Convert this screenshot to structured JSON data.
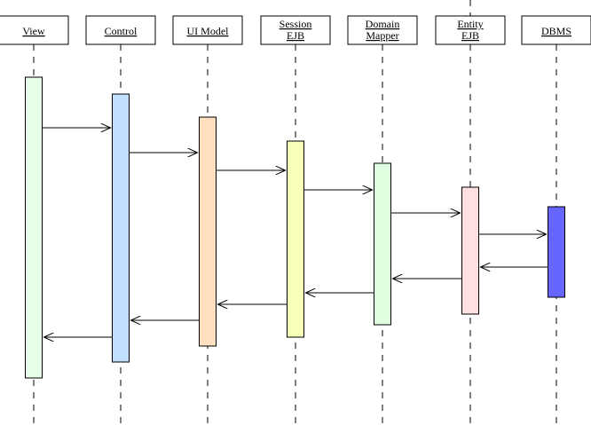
{
  "participants": [
    {
      "id": "view",
      "label_lines": [
        "View"
      ],
      "color": "#e6ffe6"
    },
    {
      "id": "control",
      "label_lines": [
        "Control"
      ],
      "color": "#c2dfff"
    },
    {
      "id": "ui-model",
      "label_lines": [
        "UI Model"
      ],
      "color": "#ffdfc0"
    },
    {
      "id": "session-ejb",
      "label_lines": [
        "Session",
        "EJB"
      ],
      "color": "#f7ffb8"
    },
    {
      "id": "domain-mapper",
      "label_lines": [
        "Domain",
        "Mapper"
      ],
      "color": "#e0ffe0"
    },
    {
      "id": "entity-ejb",
      "label_lines": [
        "Entity",
        "EJB"
      ],
      "color": "#ffe0e0"
    },
    {
      "id": "dbms",
      "label_lines": [
        "DBMS"
      ],
      "color": "#6666ff"
    }
  ],
  "messages": [
    {
      "from": "view",
      "to": "control"
    },
    {
      "from": "control",
      "to": "ui-model"
    },
    {
      "from": "ui-model",
      "to": "session-ejb"
    },
    {
      "from": "session-ejb",
      "to": "domain-mapper"
    },
    {
      "from": "domain-mapper",
      "to": "entity-ejb"
    },
    {
      "from": "entity-ejb",
      "to": "dbms"
    },
    {
      "from": "dbms",
      "to": "entity-ejb"
    },
    {
      "from": "entity-ejb",
      "to": "domain-mapper"
    },
    {
      "from": "domain-mapper",
      "to": "session-ejb"
    },
    {
      "from": "session-ejb",
      "to": "ui-model"
    },
    {
      "from": "ui-model",
      "to": "control"
    },
    {
      "from": "control",
      "to": "view"
    }
  ]
}
